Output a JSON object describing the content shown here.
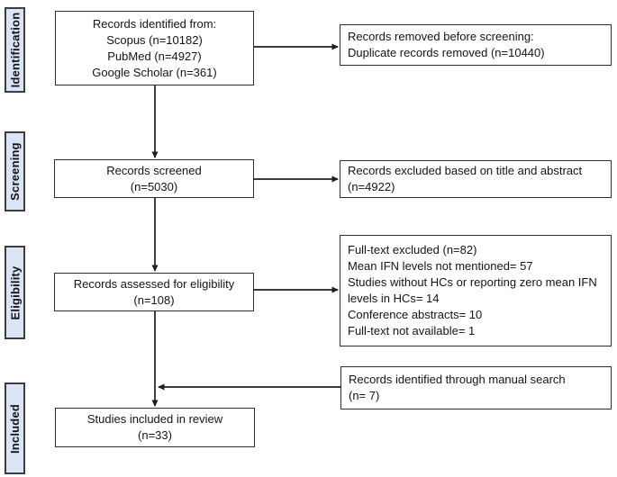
{
  "figure": {
    "type": "PRISMA flow diagram",
    "stages": [
      {
        "label": "Identification"
      },
      {
        "label": "Screening"
      },
      {
        "label": "Eligibility"
      },
      {
        "label": "Included"
      }
    ],
    "flow_boxes": [
      {
        "text": "Records identified from:\nScopus (n=10182)\nPubMed (n=4927)\nGoogle Scholar (n=361)"
      },
      {
        "text": "Records screened\n(n=5030)"
      },
      {
        "text": "Records assessed for eligibility\n(n=108)"
      },
      {
        "text": "Studies included in review\n(n=33)"
      }
    ],
    "side_boxes": [
      {
        "text": "Records removed before screening:\nDuplicate records removed (n=10440)"
      },
      {
        "text": "Records excluded based on title and abstract\n(n=4922)"
      },
      {
        "text": "Full-text excluded (n=82)\nMean IFN levels not mentioned= 57\nStudies without HCs or reporting zero mean IFN levels in HCs= 14\nConference abstracts= 10\nFull-text not available= 1"
      },
      {
        "text": "Records identified through manual search\n(n= 7)"
      }
    ],
    "colors": {
      "stage_fill": "#dbe4f4",
      "stage_border": "#3d3d3d",
      "box_border": "#2e2e2e",
      "arrow": "#1f1f1f",
      "background": "#ffffff"
    }
  }
}
